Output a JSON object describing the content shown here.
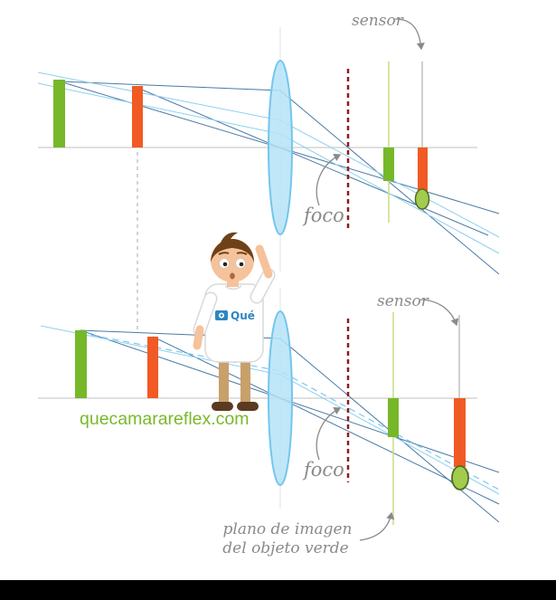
{
  "diagrams": {
    "top": {
      "sensor": "sensor",
      "foco": "foco"
    },
    "bottom": {
      "sensor": "sensor",
      "foco": "foco",
      "plane_label_1": "plano de imagen",
      "plane_label_2": "del objeto verde"
    }
  },
  "branding": {
    "watermark": "quecamarareflex.com",
    "shirt_logo": "Qué"
  },
  "colors": {
    "object_green": "#76b82a",
    "object_orange": "#f15a24",
    "lens_fill": "#b5e3f7",
    "lens_stroke": "#74c6ee",
    "focal_plane_red": "#8c1d1d",
    "image_plane_green": "#c9dd84",
    "sensor_gray": "#c0c0c0",
    "axis_gray": "#cccccc",
    "ray_blue": "#4a7aa5",
    "ray_cyan": "#8ed1f0",
    "blur_circle_fill": "#a3cc4e",
    "blur_circle_stroke": "#4f6e1f",
    "label_gray": "#8a8a8a",
    "watermark_green": "#7ab82a",
    "footer_black": "#000000"
  }
}
